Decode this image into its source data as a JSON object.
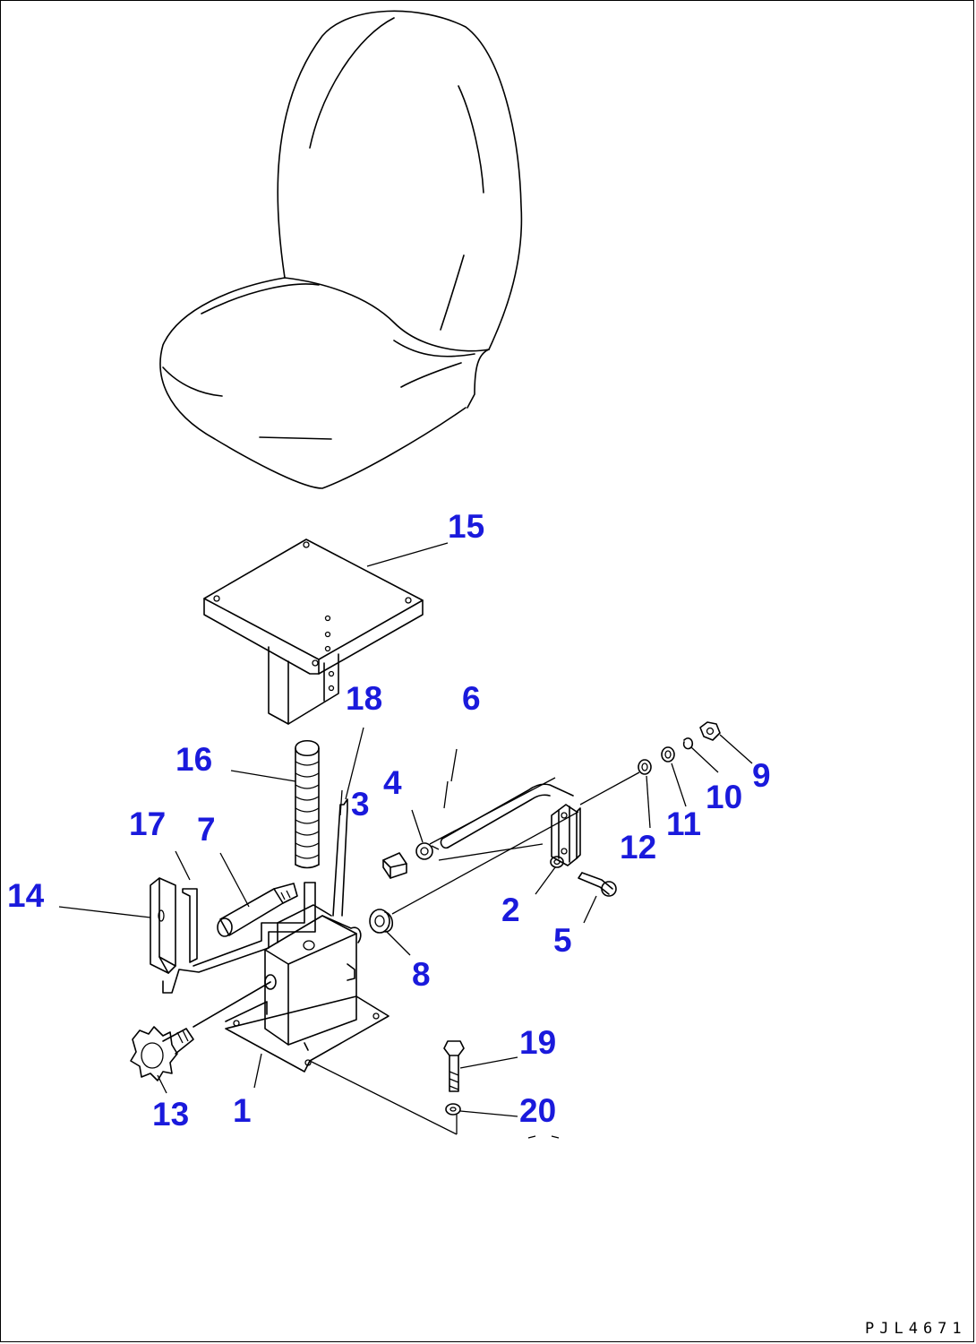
{
  "diagram": {
    "drawing_code": "PJL4671",
    "callouts": [
      {
        "id": "c1",
        "label": "1"
      },
      {
        "id": "c2",
        "label": "2"
      },
      {
        "id": "c3",
        "label": "3"
      },
      {
        "id": "c4",
        "label": "4"
      },
      {
        "id": "c5",
        "label": "5"
      },
      {
        "id": "c6",
        "label": "6"
      },
      {
        "id": "c7",
        "label": "7"
      },
      {
        "id": "c8",
        "label": "8"
      },
      {
        "id": "c9",
        "label": "9"
      },
      {
        "id": "c10",
        "label": "10"
      },
      {
        "id": "c11",
        "label": "11"
      },
      {
        "id": "c12",
        "label": "12"
      },
      {
        "id": "c13",
        "label": "13"
      },
      {
        "id": "c14",
        "label": "14"
      },
      {
        "id": "c15",
        "label": "15"
      },
      {
        "id": "c16",
        "label": "16"
      },
      {
        "id": "c17",
        "label": "17"
      },
      {
        "id": "c18",
        "label": "18"
      },
      {
        "id": "c19",
        "label": "19"
      },
      {
        "id": "c20",
        "label": "20"
      }
    ],
    "colors": {
      "callout": "#1a1adc",
      "line": "#000000",
      "background": "#ffffff"
    }
  }
}
